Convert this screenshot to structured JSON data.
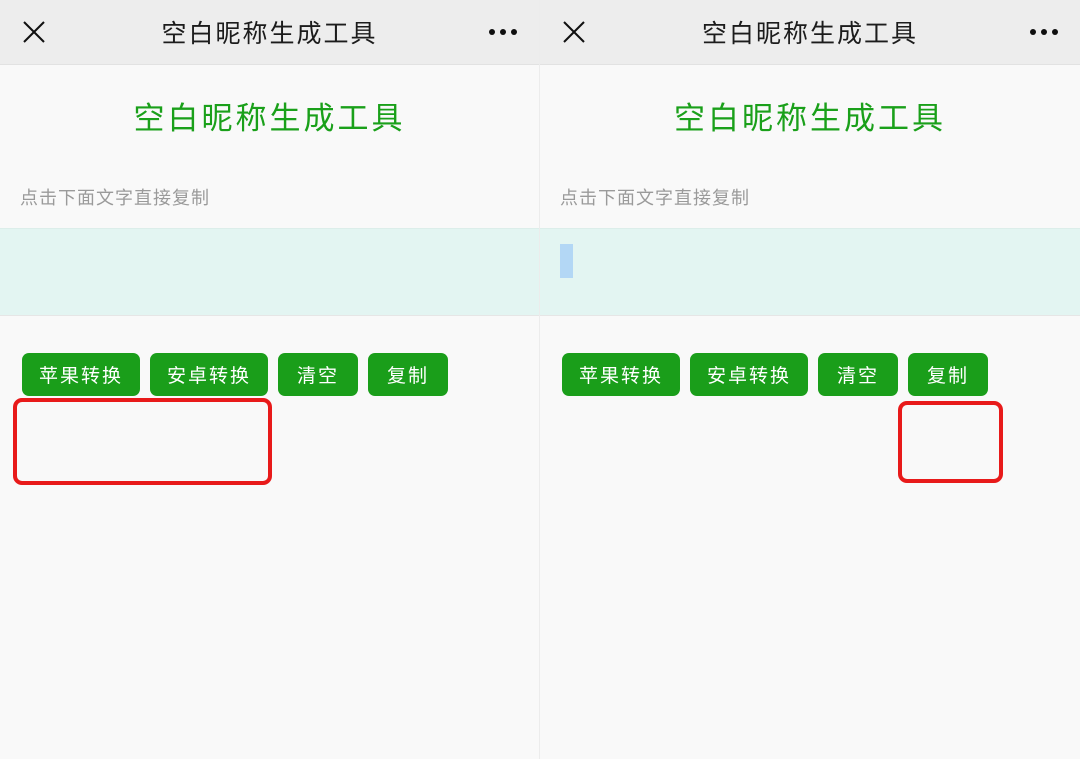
{
  "panels": [
    {
      "id": "left",
      "navbar": {
        "close_icon": "close-icon",
        "title": "空白昵称生成工具",
        "more_icon": "more-dots-icon"
      },
      "app_title": "空白昵称生成工具",
      "hint": "点击下面文字直接复制",
      "textbox": {
        "value": "",
        "placeholder": "",
        "has_selection": false
      },
      "buttons": [
        {
          "name": "apple-convert-button",
          "label": "苹果转换"
        },
        {
          "name": "android-convert-button",
          "label": "安卓转换"
        },
        {
          "name": "clear-button",
          "label": "清空"
        },
        {
          "name": "copy-button",
          "label": "复制"
        }
      ],
      "annotation": {
        "name": "annotation-convert-buttons",
        "target": "苹果转换 + 安卓转换",
        "color": "#e81a1a"
      }
    },
    {
      "id": "right",
      "navbar": {
        "close_icon": "close-icon",
        "title": "空白昵称生成工具",
        "more_icon": "more-dots-icon"
      },
      "app_title": "空白昵称生成工具",
      "hint": "点击下面文字直接复制",
      "textbox": {
        "value": "",
        "placeholder": "",
        "has_selection": true,
        "selection_color": "#b3d7f5"
      },
      "buttons": [
        {
          "name": "apple-convert-button",
          "label": "苹果转换"
        },
        {
          "name": "android-convert-button",
          "label": "安卓转换"
        },
        {
          "name": "clear-button",
          "label": "清空"
        },
        {
          "name": "copy-button",
          "label": "复制"
        }
      ],
      "annotation": {
        "name": "annotation-copy-button",
        "target": "复制",
        "color": "#e81a1a"
      }
    }
  ],
  "colors": {
    "brand_green": "#1a9e1a",
    "title_green": "#1aa01a",
    "textbox_bg": "#e3f5f2",
    "navbar_bg": "#ededed",
    "page_bg": "#f9f9f9",
    "hint_gray": "#9a9a9a",
    "annotation_red": "#e81a1a",
    "selection_blue": "#b3d7f5"
  }
}
